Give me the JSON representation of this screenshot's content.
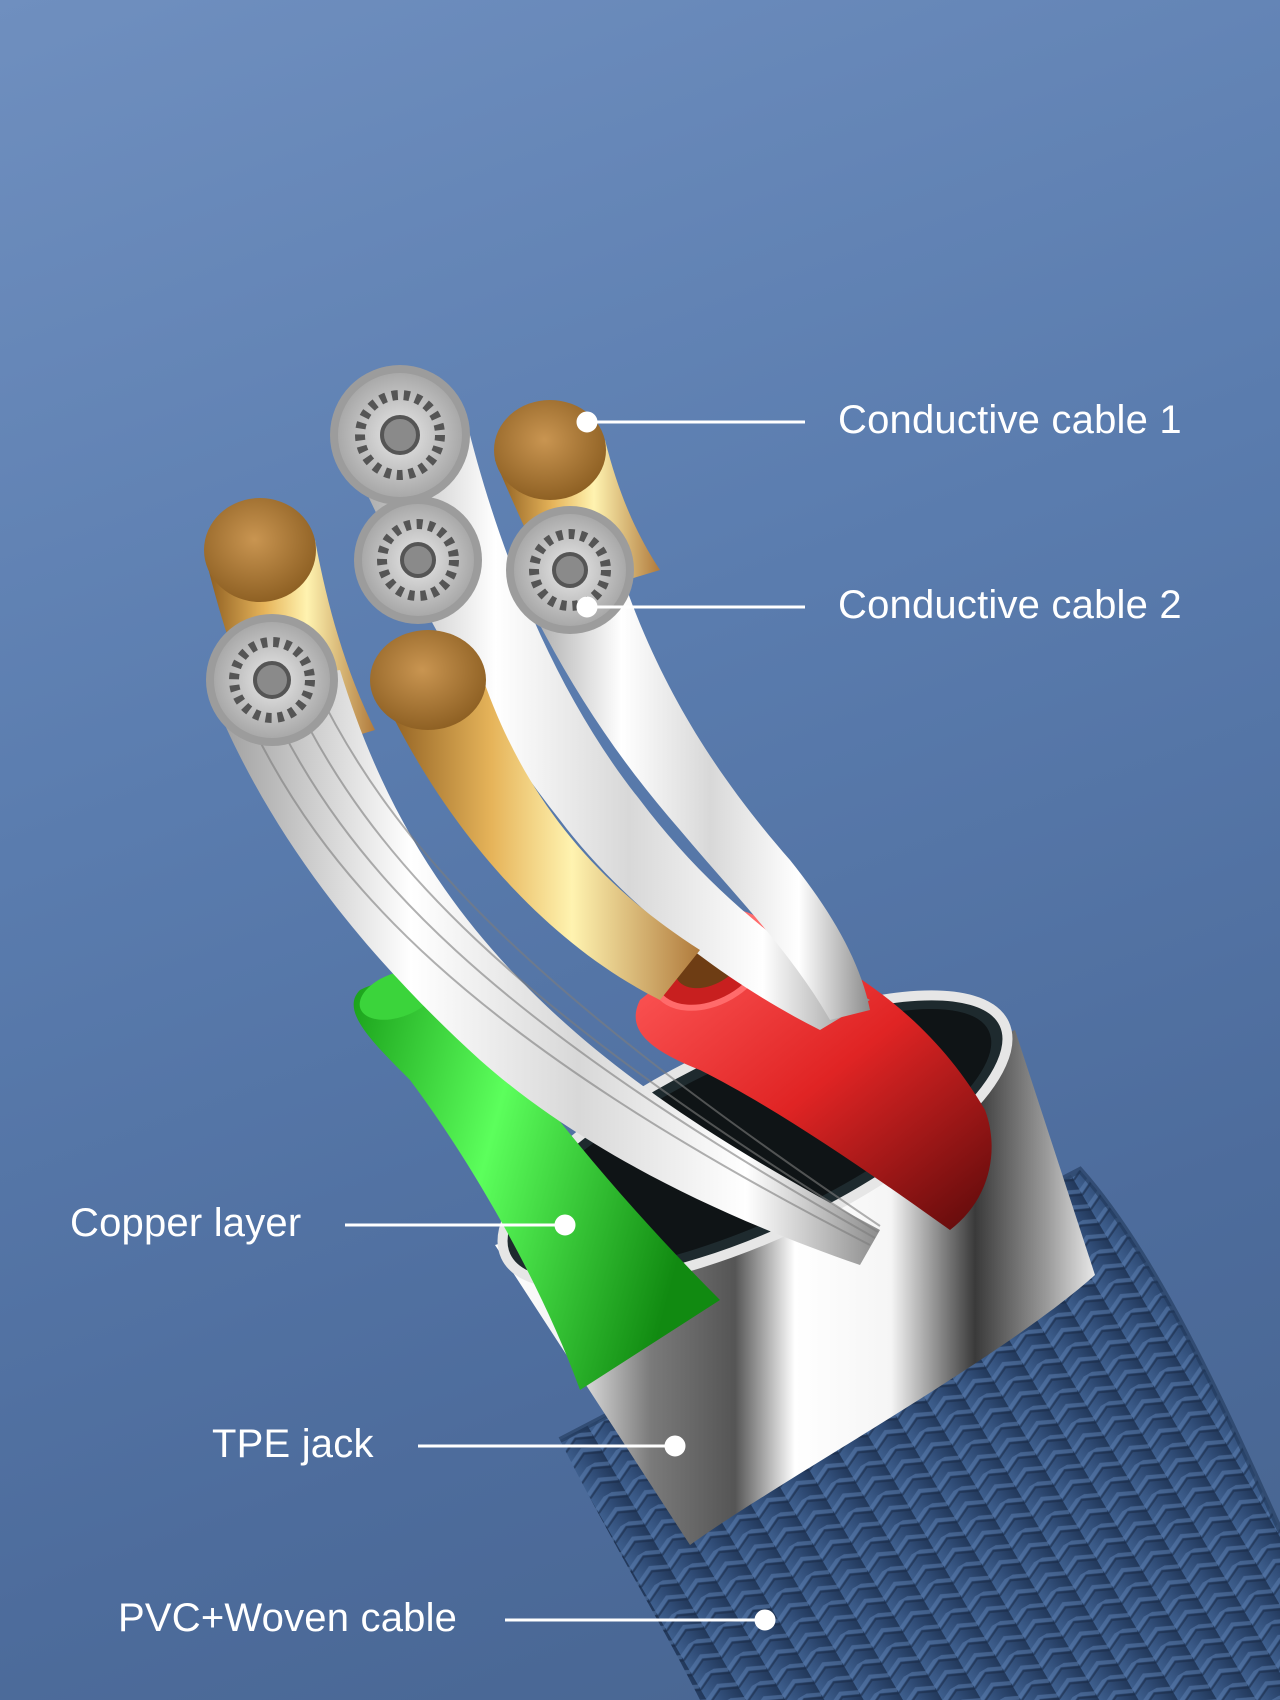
{
  "callouts": {
    "conductive_cable_1": "Conductive cable 1",
    "conductive_cable_2": "Conductive cable 2",
    "copper_layer": "Copper layer",
    "tpe_jack": "TPE jack",
    "pvc_woven_cable": "PVC+Woven cable"
  },
  "colors": {
    "background": "#5a7cae",
    "copper": "#b07a3c",
    "silver": "#cfcfcf",
    "red_insulation": "#d92b2b",
    "green_insulation": "#2fd62f",
    "braided_jacket": "#34527f",
    "label_text": "#ffffff"
  }
}
